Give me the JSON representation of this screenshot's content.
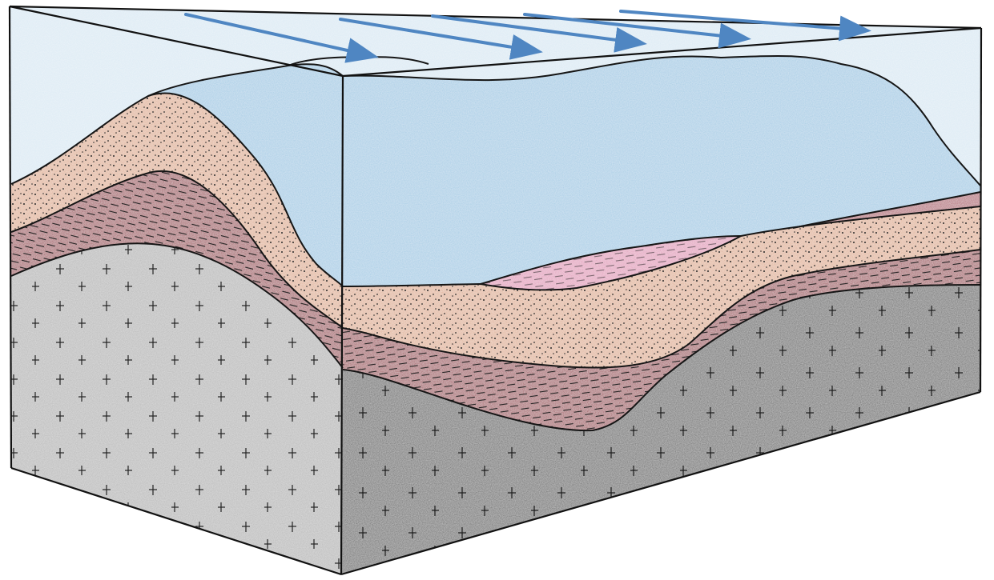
{
  "diagram": {
    "style": "hand-drawn colored-pencil block diagram",
    "printed_text": [],
    "layers": [
      {
        "name": "ice-sheet",
        "color": "#a8cde6"
      },
      {
        "name": "sand-layer",
        "color": "#e2b69c"
      },
      {
        "name": "shale-layer",
        "color": "#a9656c"
      },
      {
        "name": "bedrock-granite",
        "color": "#b7b7b7"
      },
      {
        "name": "bedrock-granite-front",
        "color": "#6f6f6f"
      },
      {
        "name": "pink-lens",
        "color": "#e4a3bf"
      }
    ],
    "flow_arrows": {
      "count": 5,
      "color": "#4f86c2"
    }
  }
}
